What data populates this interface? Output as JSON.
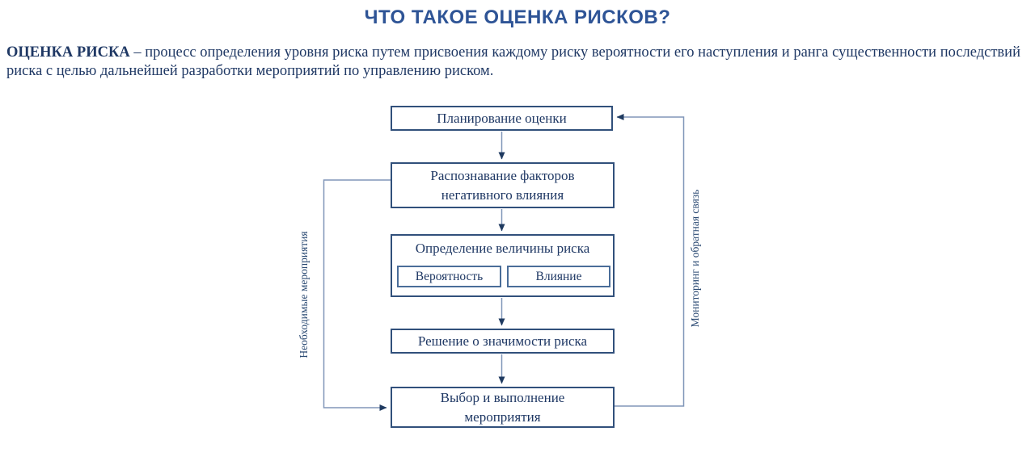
{
  "page": {
    "title": "ЧТО ТАКОЕ ОЦЕНКА РИСКОВ?",
    "definition_term": "ОЦЕНКА РИСКА",
    "definition_rest": " – процесс определения уровня риска путем присвоения каждому риску вероятности его наступления и ранга существенности последствий риска с целью дальнейшей разработки мероприятий по управлению риском."
  },
  "colors": {
    "title": "#2E5496",
    "body_text": "#1F3864",
    "box_border": "#31507B",
    "subbox_border": "#4A6D99",
    "connector_line": "#8096B8",
    "arrowhead": "#1F3A60"
  },
  "flowchart": {
    "boxes": [
      {
        "id": "plan",
        "label": "Планирование оценки"
      },
      {
        "id": "identify",
        "label": "Распознавание факторов негативного влияния"
      },
      {
        "id": "magnitude",
        "label": "Определение величины риска",
        "children": [
          {
            "label": "Вероятность"
          },
          {
            "label": "Влияние"
          }
        ]
      },
      {
        "id": "decision",
        "label": "Решение о значимости риска"
      },
      {
        "id": "select",
        "label": "Выбор и выполнение мероприятия"
      }
    ],
    "left_loop_label": "Необходимые мероприятия",
    "right_loop_label": "Мониторинг и обратная связь"
  }
}
